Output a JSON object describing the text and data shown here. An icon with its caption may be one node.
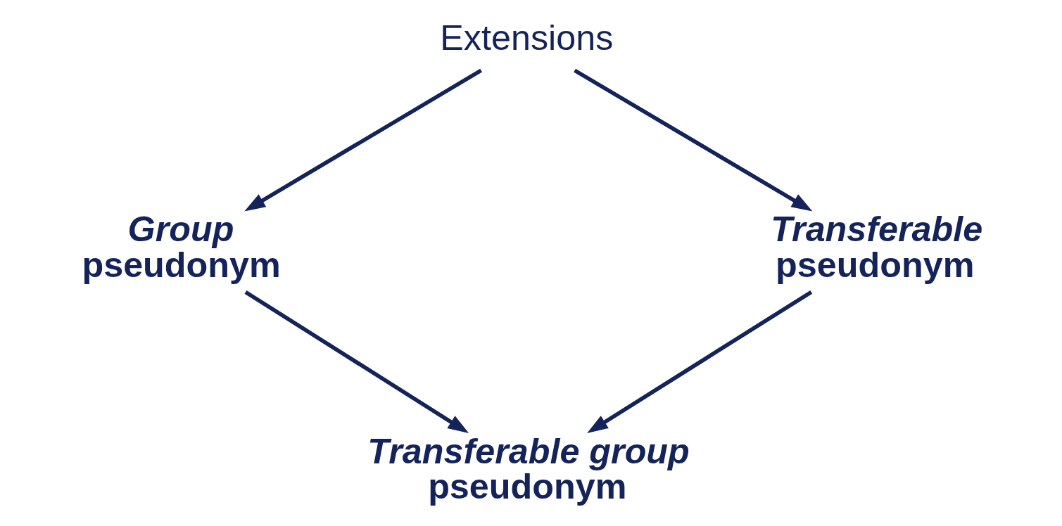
{
  "diagram": {
    "nodes": [
      {
        "text": [
          "Extensions"
        ]
      },
      {
        "text": [
          "Group",
          "pseudonym"
        ]
      },
      {
        "text": [
          "Transferable",
          "pseudonym"
        ]
      },
      {
        "text": [
          "Transferable group",
          "pseudonym"
        ]
      }
    ],
    "edges": [
      {
        "from": 0,
        "to": 1,
        "arrow": "to"
      },
      {
        "from": 0,
        "to": 2,
        "arrow": "to"
      },
      {
        "from": 1,
        "to": 3,
        "arrow": "to"
      },
      {
        "from": 2,
        "to": 3,
        "arrow": "to"
      }
    ]
  }
}
